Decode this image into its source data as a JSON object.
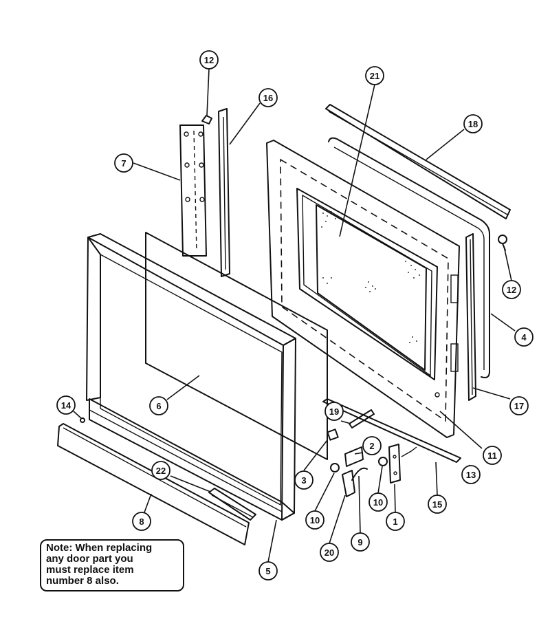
{
  "callouts": [
    {
      "id": "c12a",
      "label": "12"
    },
    {
      "id": "c16",
      "label": "16"
    },
    {
      "id": "c21",
      "label": "21"
    },
    {
      "id": "c18",
      "label": "18"
    },
    {
      "id": "c7",
      "label": "7"
    },
    {
      "id": "c12b",
      "label": "12"
    },
    {
      "id": "c4",
      "label": "4"
    },
    {
      "id": "c17",
      "label": "17"
    },
    {
      "id": "c6",
      "label": "6"
    },
    {
      "id": "c14",
      "label": "14"
    },
    {
      "id": "c19",
      "label": "19"
    },
    {
      "id": "c11",
      "label": "11"
    },
    {
      "id": "c13",
      "label": "13"
    },
    {
      "id": "c2",
      "label": "2"
    },
    {
      "id": "c22",
      "label": "22"
    },
    {
      "id": "c3",
      "label": "3"
    },
    {
      "id": "c10a",
      "label": "10"
    },
    {
      "id": "c10b",
      "label": "10"
    },
    {
      "id": "c1",
      "label": "1"
    },
    {
      "id": "c15",
      "label": "15"
    },
    {
      "id": "c8",
      "label": "8"
    },
    {
      "id": "c20",
      "label": "20"
    },
    {
      "id": "c9",
      "label": "9"
    },
    {
      "id": "c5",
      "label": "5"
    }
  ],
  "note": {
    "lines": [
      "Note:  When replacing",
      "any door part you",
      "must replace item",
      "number 8 also."
    ]
  }
}
